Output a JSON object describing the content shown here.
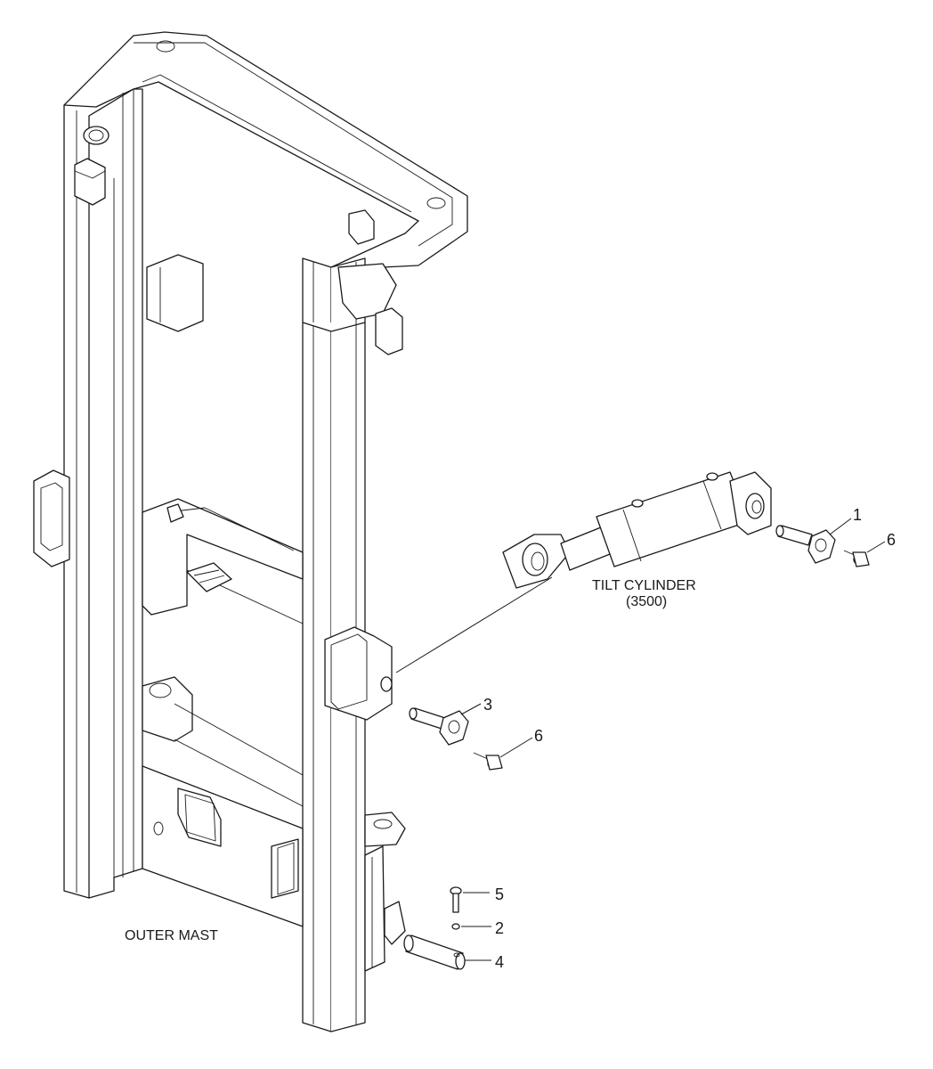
{
  "labels": {
    "tilt_cylinder": "TILT CYLINDER",
    "tilt_cylinder_ref": "(3500)",
    "outer_mast": "OUTER MAST"
  },
  "callouts": {
    "c1": "1",
    "c2": "2",
    "c3": "3",
    "c4": "4",
    "c5": "5",
    "c6_top": "6",
    "c6_mid": "6"
  }
}
